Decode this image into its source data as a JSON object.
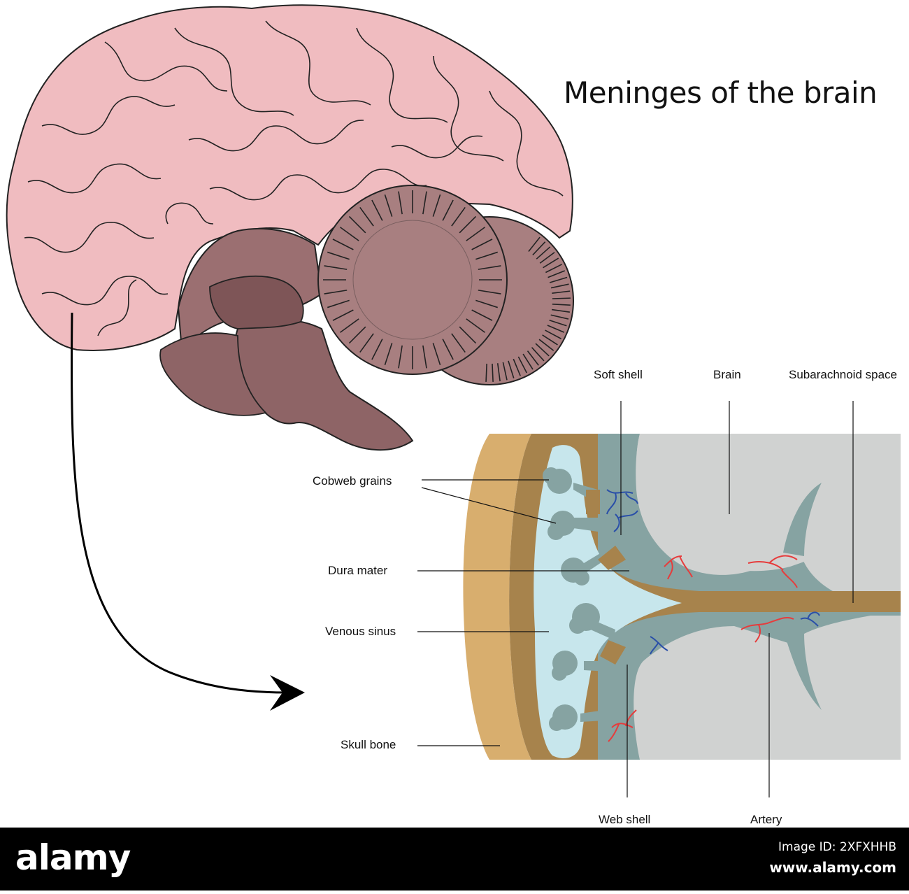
{
  "title": "Meninges of the brain",
  "labels": {
    "soft_shell": "Soft shell",
    "brain": "Brain",
    "subarachnoid_space": "Subarachnoid space",
    "cobweb_grains": "Cobweb grains",
    "dura_mater": "Dura mater",
    "venous_sinus": "Venous sinus",
    "skull_bone": "Skull bone",
    "web_shell": "Web shell",
    "artery": "Artery"
  },
  "watermark": {
    "logo": "alamy",
    "image_id": "Image ID: 2XFXHHB",
    "site": "www.alamy.com"
  },
  "colors": {
    "cerebrum": "#f0bcc0",
    "cerebellum": "#a87f80",
    "brainstem": "#8e6466",
    "skull": "#d8ae6e",
    "dura": "#a7834c",
    "venous_sinus": "#c7e6ec",
    "arachnoid": "#86a3a2",
    "brain_tissue": "#d0d2d1",
    "artery": "#e63c3c",
    "vein": "#2a4fa8"
  }
}
